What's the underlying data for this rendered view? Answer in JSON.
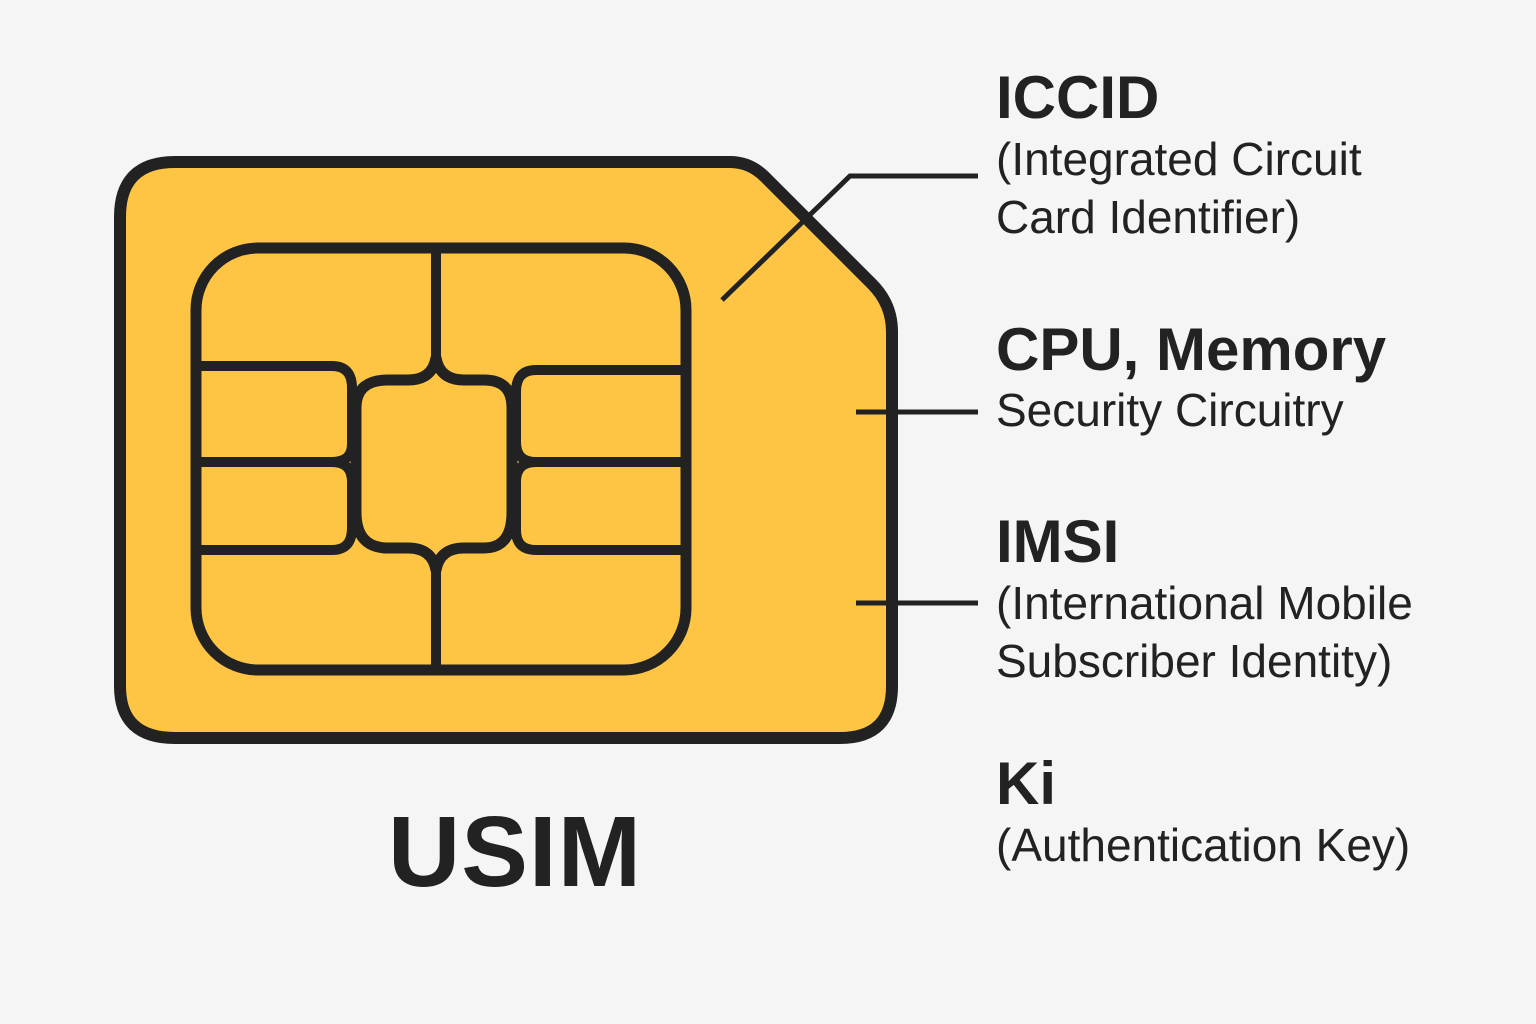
{
  "caption": "USIM",
  "colors": {
    "card_fill": "#fdc543",
    "stroke": "#222222",
    "background": "#f5f5f5"
  },
  "labels": [
    {
      "id": "iccid",
      "title": "ICCID",
      "lines": [
        "(Integrated Circuit",
        "Card Identifier)"
      ]
    },
    {
      "id": "cpu",
      "title": "CPU, Memory",
      "lines": [
        "Security Circuitry"
      ]
    },
    {
      "id": "imsi",
      "title": "IMSI",
      "lines": [
        "(International Mobile",
        "Subscriber Identity)"
      ]
    },
    {
      "id": "ki",
      "title": "Ki",
      "lines": [
        "(Authentication Key)"
      ]
    }
  ]
}
